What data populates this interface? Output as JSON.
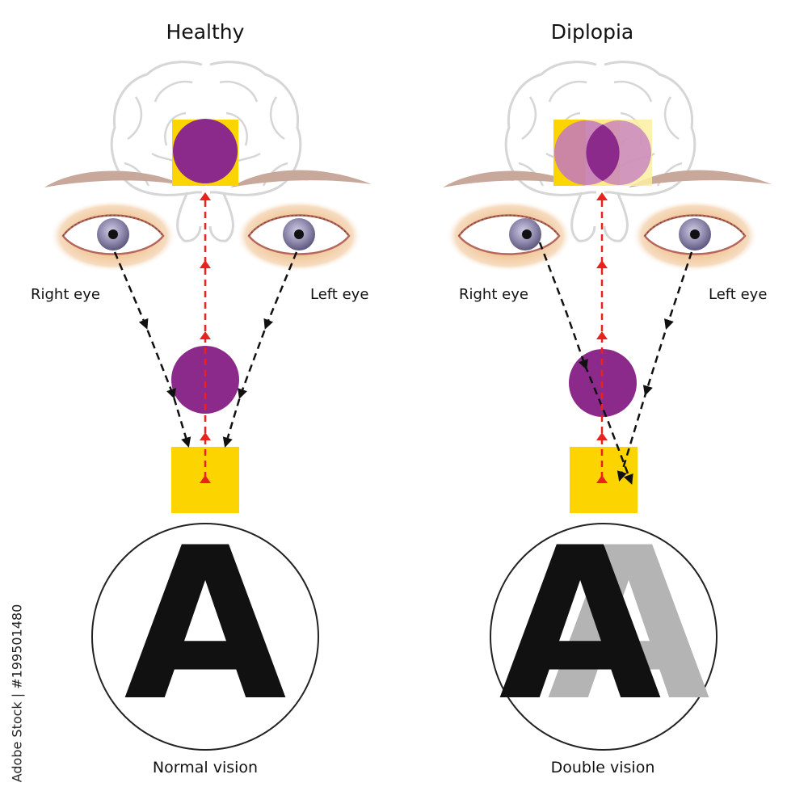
{
  "panels": {
    "healthy": {
      "title": "Healthy",
      "right_eye_label": "Right eye",
      "left_eye_label": "Left eye",
      "caption": "Normal vision",
      "letter": "A"
    },
    "diplopia": {
      "title": "Diplopia",
      "right_eye_label": "Right eye",
      "left_eye_label": "Left eye",
      "caption": "Double vision",
      "letter": "A",
      "ghost_letter": "A"
    }
  },
  "stock_id": "Adobe Stock | #199501480",
  "colors": {
    "purple": "#8c2a8c",
    "purple_light": "#c178c1",
    "yellow": "#fcd400",
    "yellow_light": "#fdeea0",
    "ghost_letter": "#b4b4b4",
    "nerve_path": "#e8231f",
    "eye_path": "#111111",
    "iris": "#8f8aad",
    "brain_outline": "#d6d6d6"
  }
}
